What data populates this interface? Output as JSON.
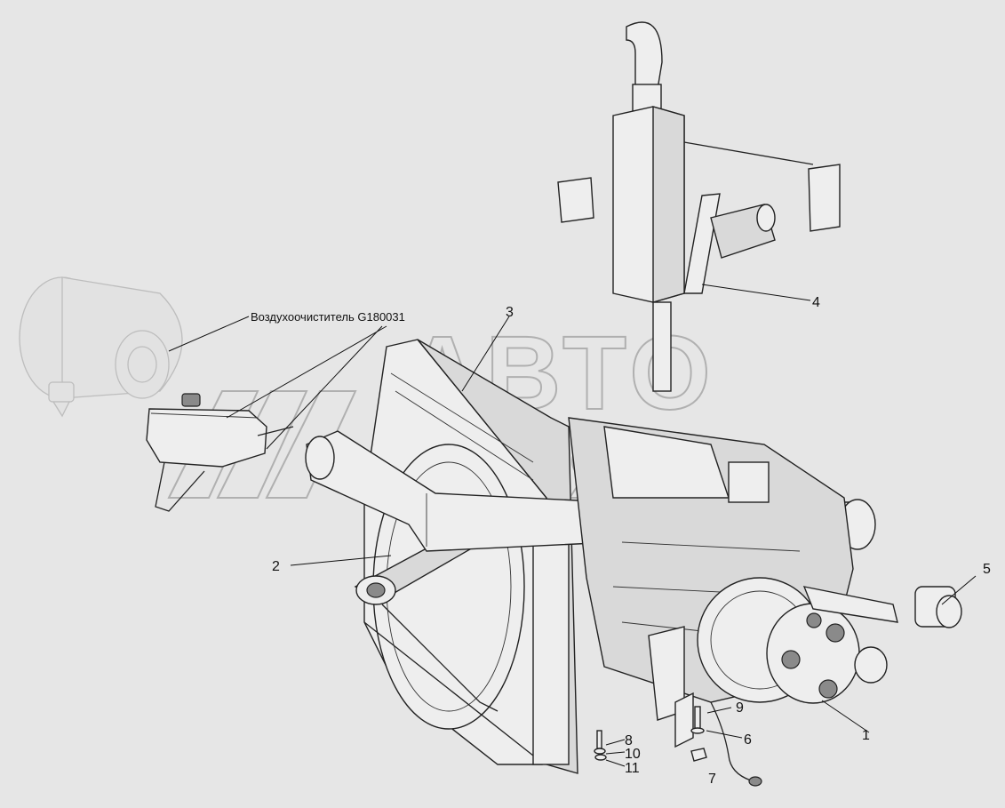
{
  "diagram": {
    "air_cleaner_label": "Воздухоочиститель G180031",
    "watermark_top": "АВТО",
    "watermark_bottom": "АЛЬЯНС",
    "callouts": [
      "1",
      "2",
      "3",
      "4",
      "5",
      "6",
      "7",
      "8",
      "9",
      "10",
      "11"
    ]
  }
}
